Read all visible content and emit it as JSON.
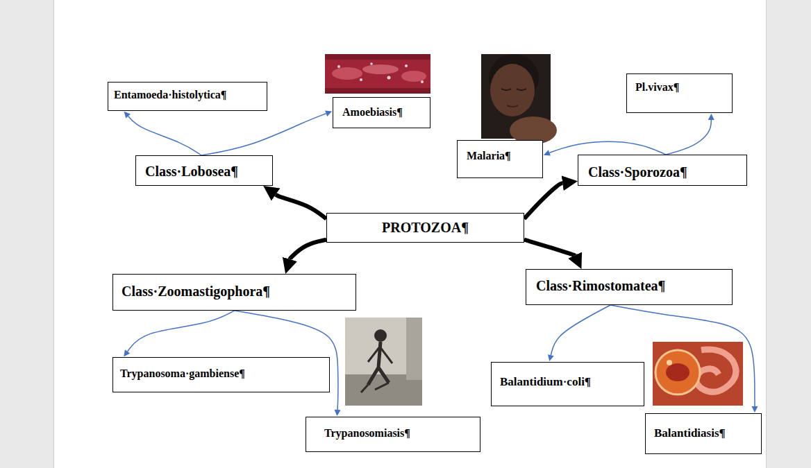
{
  "diagram": {
    "nodes": [
      {
        "text": [
          "Entamoeda·histolytica¶"
        ]
      },
      {
        "text": [
          "Amoebiasis¶"
        ]
      },
      {
        "text": [
          "Pl.vivax¶"
        ]
      },
      {
        "text": [
          "Malaria¶"
        ]
      },
      {
        "text": [
          "Class·Lobosea¶"
        ]
      },
      {
        "text": [
          "Class·Sporozoa¶"
        ]
      },
      {
        "text": [
          "PROTOZOA¶"
        ]
      },
      {
        "text": [
          "Class·Zoomastigophora¶"
        ]
      },
      {
        "text": [
          "Class·Rimostomatea¶"
        ]
      },
      {
        "text": [
          "Trypanosoma·gambiense¶"
        ]
      },
      {
        "text": [
          "Balantidium·coli¶"
        ]
      },
      {
        "text": [
          "Trypanosomiasis¶"
        ]
      },
      {
        "text": [
          "Balantidiasis¶"
        ]
      }
    ],
    "edges": [
      {
        "from": 6,
        "to": 4,
        "arrow": "to"
      },
      {
        "from": 6,
        "to": 5,
        "arrow": "to"
      },
      {
        "from": 6,
        "to": 7,
        "arrow": "to"
      },
      {
        "from": 6,
        "to": 8,
        "arrow": "to"
      },
      {
        "from": 4,
        "to": 0,
        "arrow": "to"
      },
      {
        "from": 4,
        "to": 1,
        "arrow": "to"
      },
      {
        "from": 5,
        "to": 2,
        "arrow": "to"
      },
      {
        "from": 5,
        "to": 3,
        "arrow": "to"
      },
      {
        "from": 7,
        "to": 9,
        "arrow": "to"
      },
      {
        "from": 7,
        "to": 11,
        "arrow": "to"
      },
      {
        "from": 8,
        "to": 10,
        "arrow": "to"
      },
      {
        "from": 8,
        "to": 12,
        "arrow": "to"
      }
    ]
  }
}
